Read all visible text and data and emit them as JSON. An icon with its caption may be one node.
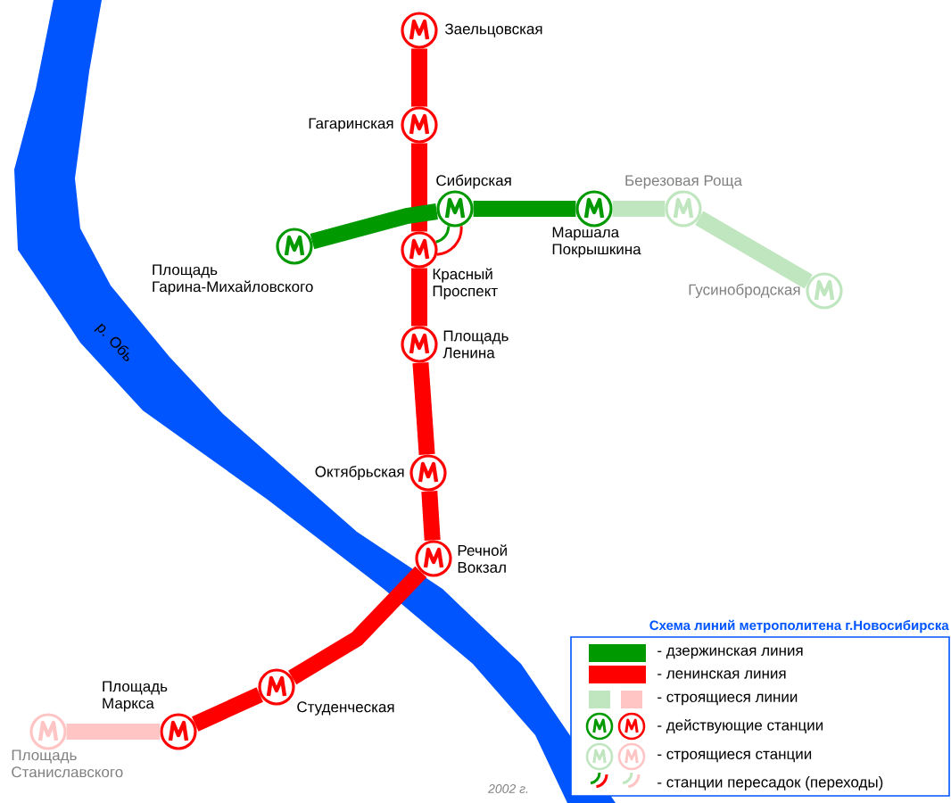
{
  "diagram": {
    "title": "Схема линий метрополитена г.Новосибирска",
    "nodes": [
      {
        "text": [],
        "shape": "circle",
        "beside": [
          "Заельцовская"
        ]
      },
      {
        "text": [],
        "shape": "circle",
        "beside": [
          "Гагаринская"
        ]
      },
      {
        "text": [],
        "shape": "circle",
        "beside": [
          "Площадь Гарина-Михайловского"
        ]
      },
      {
        "text": [],
        "shape": "circle",
        "beside": [
          "Сибирская"
        ]
      },
      {
        "text": [],
        "shape": "circle",
        "beside": [
          "Красный Проспект"
        ]
      },
      {
        "text": [],
        "shape": "circle",
        "beside": [
          "Маршала Покрышкина"
        ]
      },
      {
        "text": [],
        "shape": "circle",
        "beside": [
          "Березовая Роща"
        ]
      },
      {
        "text": [],
        "shape": "circle",
        "beside": [
          "Гусинобродская"
        ]
      },
      {
        "text": [],
        "shape": "circle",
        "beside": [
          "Площадь Ленина"
        ]
      },
      {
        "text": [],
        "shape": "circle",
        "beside": [
          "Октябрьская"
        ]
      },
      {
        "text": [],
        "shape": "circle",
        "beside": [
          "Речной Вокзал"
        ]
      },
      {
        "text": [],
        "shape": "circle",
        "beside": [
          "Студенческая"
        ]
      },
      {
        "text": [],
        "shape": "circle",
        "beside": [
          "Площадь Маркса"
        ]
      },
      {
        "text": [],
        "shape": "circle",
        "beside": [
          "Площадь Станиславского"
        ]
      }
    ],
    "edges": [
      {
        "from": 0,
        "to": 1,
        "arrow": "none"
      },
      {
        "from": 1,
        "to": 4,
        "arrow": "none"
      },
      {
        "from": 2,
        "to": 3,
        "arrow": "none",
        "color": "#009900"
      },
      {
        "from": 3,
        "to": 5,
        "arrow": "none",
        "color": "#009900"
      },
      {
        "from": 5,
        "to": 6,
        "arrow": "none",
        "color": "#bfe6bf"
      },
      {
        "from": 6,
        "to": 7,
        "arrow": "none",
        "color": "#bfe6bf"
      },
      {
        "from": 4,
        "to": 8,
        "arrow": "none"
      },
      {
        "from": 8,
        "to": 9,
        "arrow": "none"
      },
      {
        "from": 9,
        "to": 10,
        "arrow": "none"
      },
      {
        "from": 10,
        "to": 11,
        "arrow": "none"
      },
      {
        "from": 11,
        "to": 12,
        "arrow": "none"
      },
      {
        "from": 12,
        "to": 13,
        "arrow": "none",
        "color": "#ffc4c4"
      },
      {
        "from": 3,
        "to": 4,
        "arrow": "none",
        "color": "#009900"
      }
    ],
    "labels": [
      "р. Обь",
      "2002 г."
    ],
    "legend": [
      {
        "text": "- дзержинская линия",
        "color": "#009900"
      },
      {
        "text": "- ленинская линия",
        "color": "#ff0000"
      },
      {
        "text": "- строящиеся линии"
      },
      {
        "text": "- действующие станции"
      },
      {
        "text": "- строящиеся станции"
      },
      {
        "text": "- станции пересадок (переходы)"
      }
    ]
  }
}
